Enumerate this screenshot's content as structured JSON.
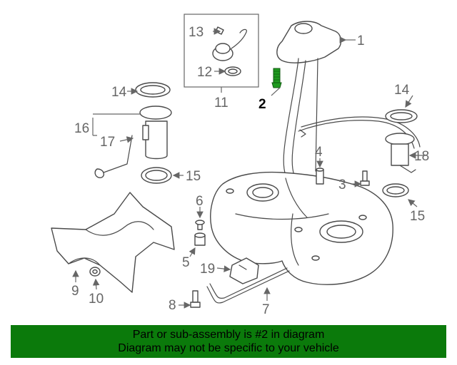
{
  "callouts": {
    "c1": "1",
    "c2": "2",
    "c3": "3",
    "c4": "4",
    "c5": "5",
    "c6": "6",
    "c7": "7",
    "c8": "8",
    "c9": "9",
    "c10": "10",
    "c11": "11",
    "c12": "12",
    "c13": "13",
    "c14a": "14",
    "c14b": "14",
    "c15a": "15",
    "c15b": "15",
    "c16": "16",
    "c17": "17",
    "c18": "18",
    "c19": "19"
  },
  "highlighted_part": "2",
  "banner": {
    "line1": "Part or sub-assembly is #2 in diagram",
    "line2": "Diagram may not be specific to your vehicle",
    "background": "#0b7a0b"
  },
  "colors": {
    "highlight_part": "#1f9a1f",
    "linework": "#4a4a4a",
    "callout_text": "#666666"
  }
}
